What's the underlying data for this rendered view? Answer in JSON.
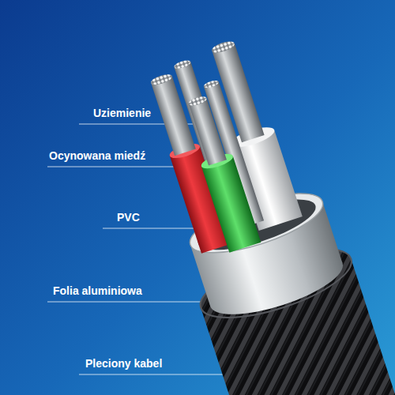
{
  "diagram": {
    "labels": [
      "Uziemienie",
      "Ocynowana miedź",
      "PVC",
      "Folia aluminiowa",
      "Pleciony kabel"
    ]
  }
}
